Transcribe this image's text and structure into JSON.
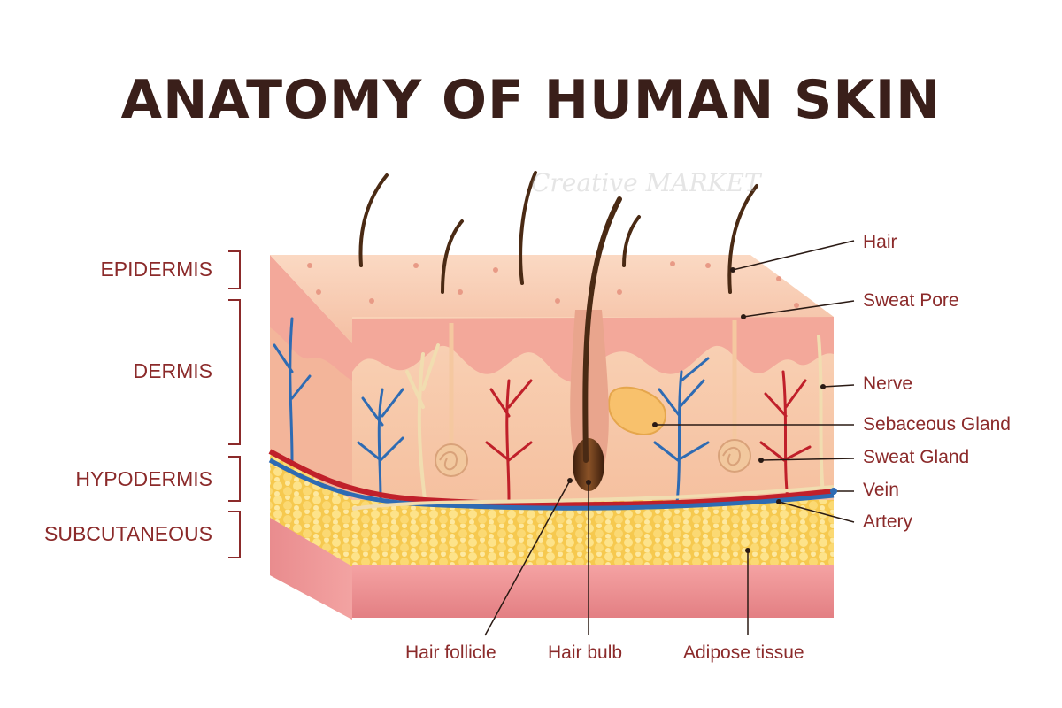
{
  "title": "ANATOMY OF HUMAN SKIN",
  "layers": [
    {
      "label": "EPIDERMIS"
    },
    {
      "label": "DERMIS"
    },
    {
      "label": "HYPODERMIS"
    },
    {
      "label": "SUBCUTANEOUS"
    }
  ],
  "parts_right": [
    {
      "label": "Hair"
    },
    {
      "label": "Sweat Pore"
    },
    {
      "label": "Nerve"
    },
    {
      "label": "Sebaceous Gland"
    },
    {
      "label": "Sweat Gland"
    },
    {
      "label": "Vein"
    },
    {
      "label": "Artery"
    }
  ],
  "parts_bottom": [
    {
      "label": "Hair follicle"
    },
    {
      "label": "Hair bulb"
    },
    {
      "label": "Adipose tissue"
    }
  ],
  "watermark": "Creative MARKET",
  "colors": {
    "title": "#3a1f1a",
    "label": "#8b2a2a",
    "epidermis": "#f6c4a8",
    "dermis": "#f7c7a6",
    "fat": "#f9d56a",
    "subcutaneous": "#ee8f8f",
    "vein": "#2e6bb3",
    "artery": "#c0202a",
    "nerve": "#f5e6b0",
    "hair": "#4a2a14"
  }
}
